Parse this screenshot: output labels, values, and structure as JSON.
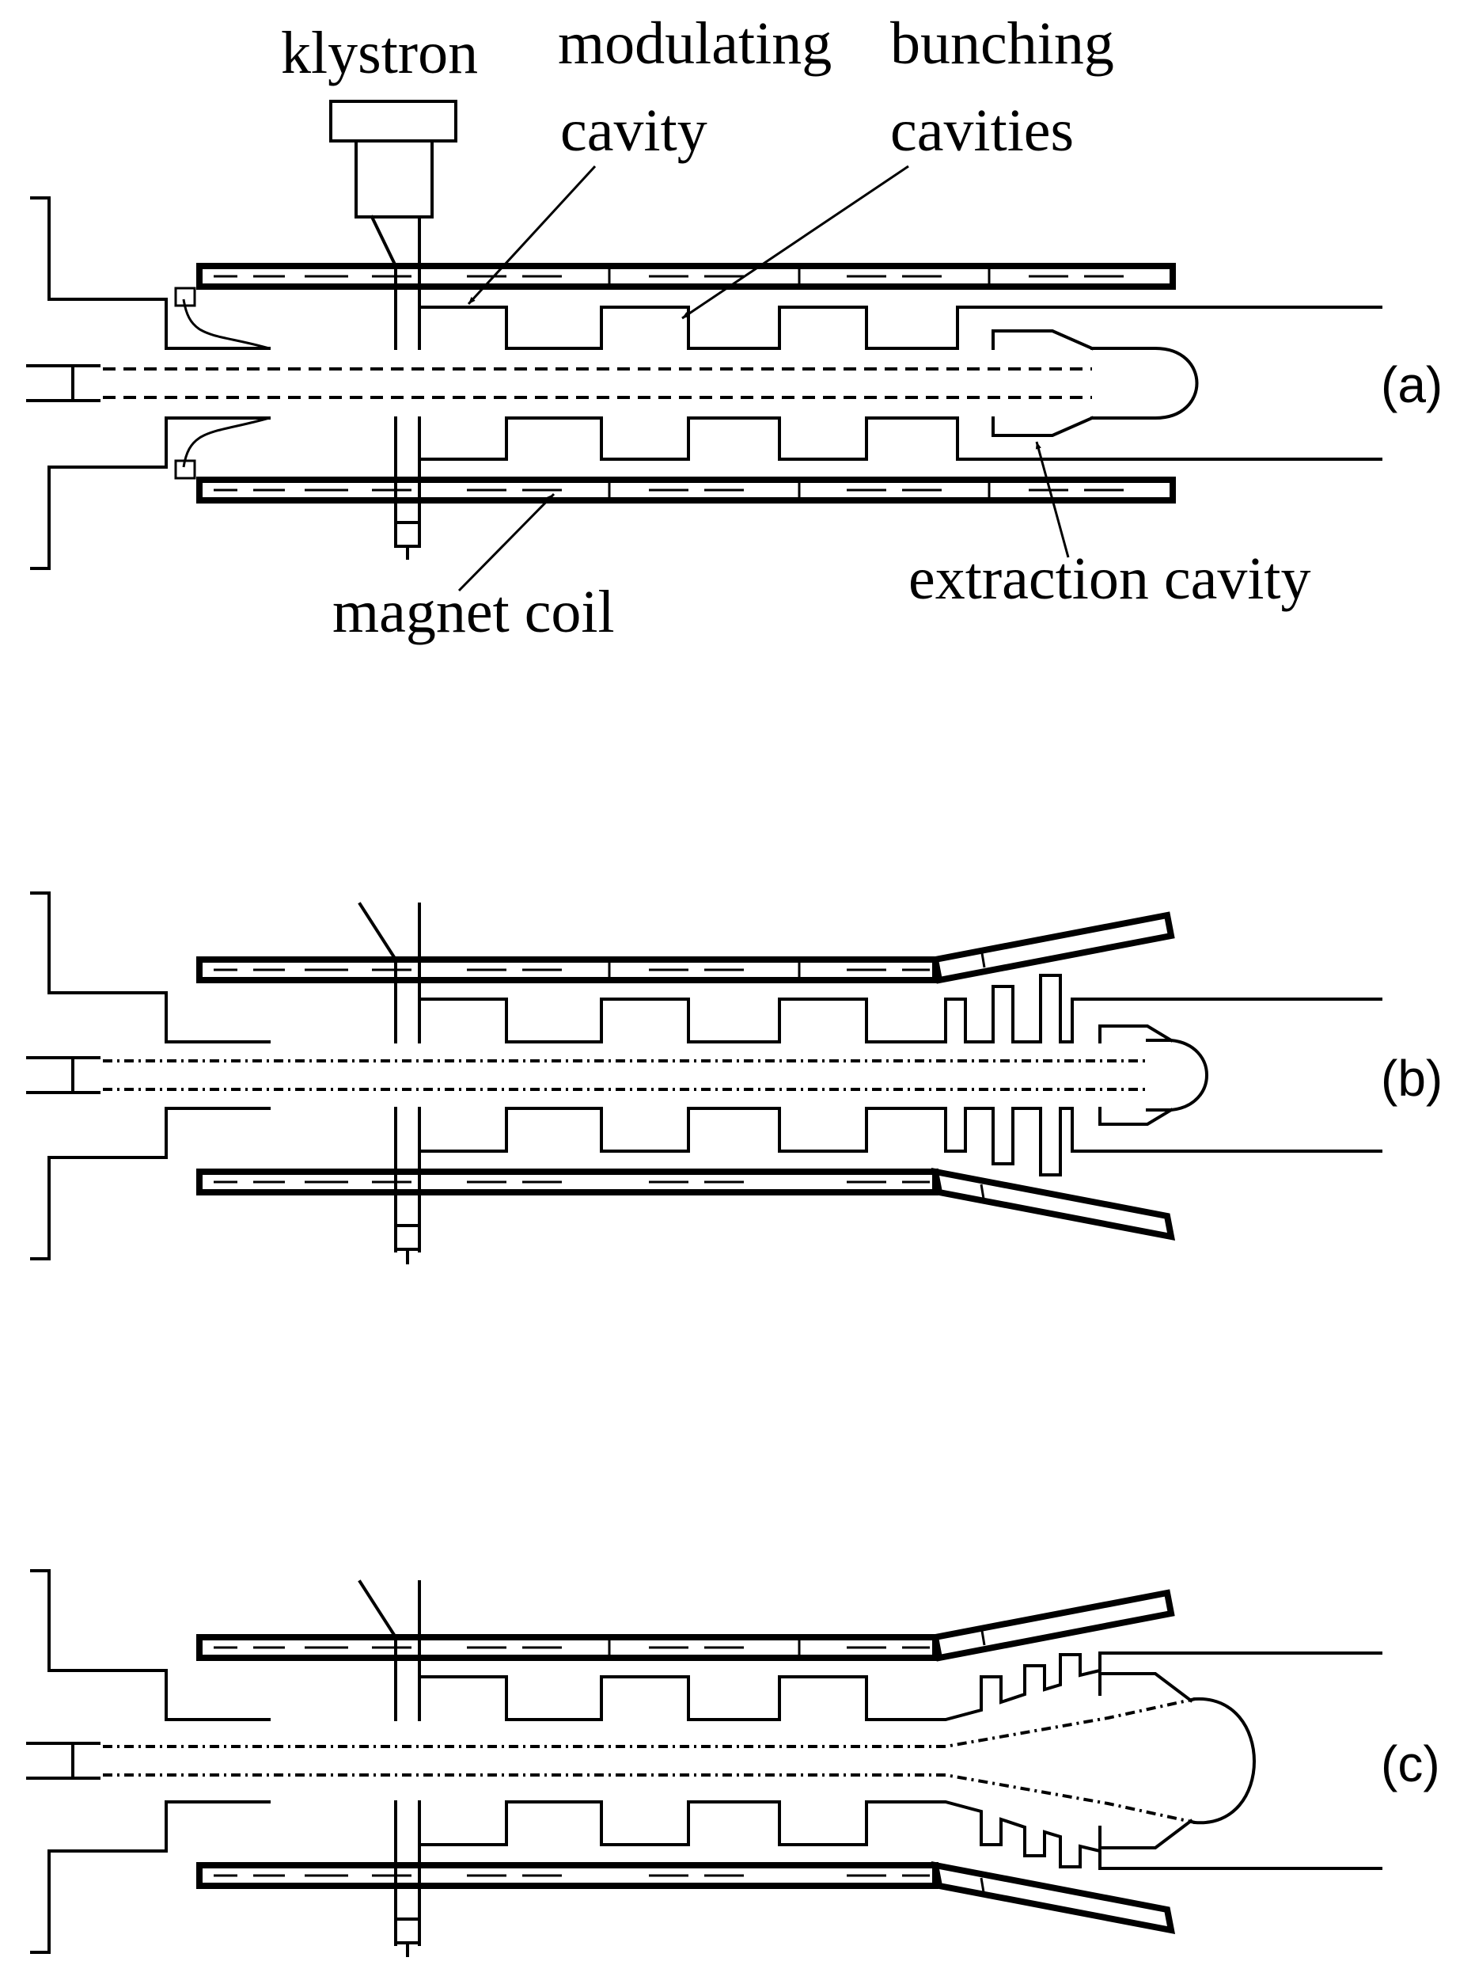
{
  "labels": {
    "klystron": "klystron",
    "modulating_line1": "modulating",
    "modulating_line2": "cavity",
    "bunching_line1": "bunching",
    "bunching_line2": "cavities",
    "magnet_coil": "magnet coil",
    "extraction_cavity": "extraction cavity"
  },
  "panels": [
    {
      "id": "a",
      "label": "(a)"
    },
    {
      "id": "b",
      "label": "(b)"
    },
    {
      "id": "c",
      "label": "(c)"
    }
  ]
}
